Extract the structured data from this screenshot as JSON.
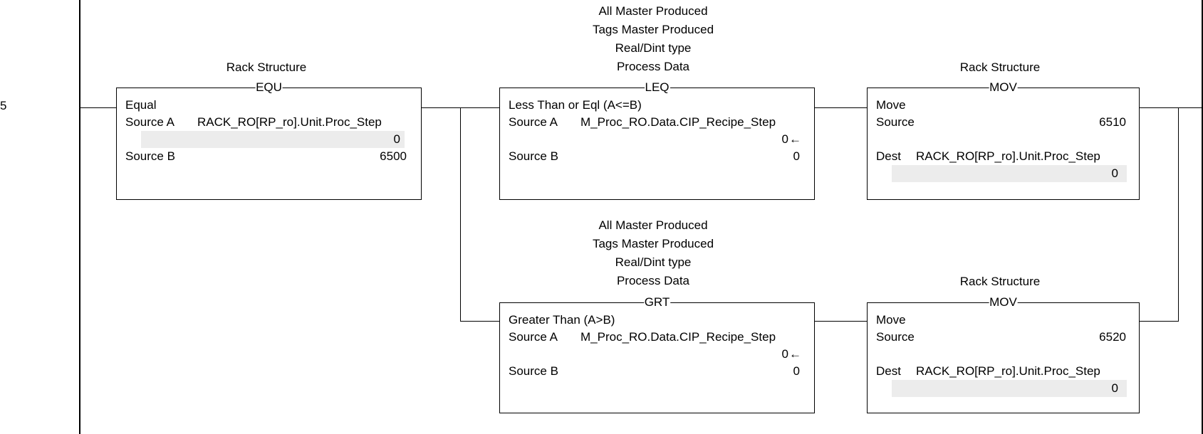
{
  "rung_number": "5",
  "branch1": {
    "equ": {
      "description": "Rack Structure",
      "mnemonic": "EQU",
      "title": "Equal",
      "source_a_label": "Source A",
      "source_a_tag": "RACK_RO[RP_ro].Unit.Proc_Step",
      "source_a_value": "0",
      "source_b_label": "Source B",
      "source_b_value": "6500"
    },
    "leq": {
      "description": [
        "All Master Produced",
        "Tags Master Produced",
        "Real/Dint type",
        "Process Data"
      ],
      "mnemonic": "LEQ",
      "title": "Less Than or Eql (A<=B)",
      "source_a_label": "Source A",
      "source_a_tag": "M_Proc_RO.Data.CIP_Recipe_Step",
      "source_a_value": "0",
      "source_b_label": "Source B",
      "source_b_value": "0"
    },
    "mov": {
      "description": "Rack Structure",
      "mnemonic": "MOV",
      "title": "Move",
      "source_label": "Source",
      "source_value": "6510",
      "dest_label": "Dest",
      "dest_tag": "RACK_RO[RP_ro].Unit.Proc_Step",
      "dest_value": "0"
    }
  },
  "branch2": {
    "grt": {
      "description": [
        "All Master Produced",
        "Tags Master Produced",
        "Real/Dint type",
        "Process Data"
      ],
      "mnemonic": "GRT",
      "title": "Greater Than (A>B)",
      "source_a_label": "Source A",
      "source_a_tag": "M_Proc_RO.Data.CIP_Recipe_Step",
      "source_a_value": "0",
      "source_b_label": "Source B",
      "source_b_value": "0"
    },
    "mov": {
      "description": "Rack Structure",
      "mnemonic": "MOV",
      "title": "Move",
      "source_label": "Source",
      "source_value": "6520",
      "dest_label": "Dest",
      "dest_tag": "RACK_RO[RP_ro].Unit.Proc_Step",
      "dest_value": "0"
    }
  },
  "icons": {
    "arrow": "←"
  }
}
